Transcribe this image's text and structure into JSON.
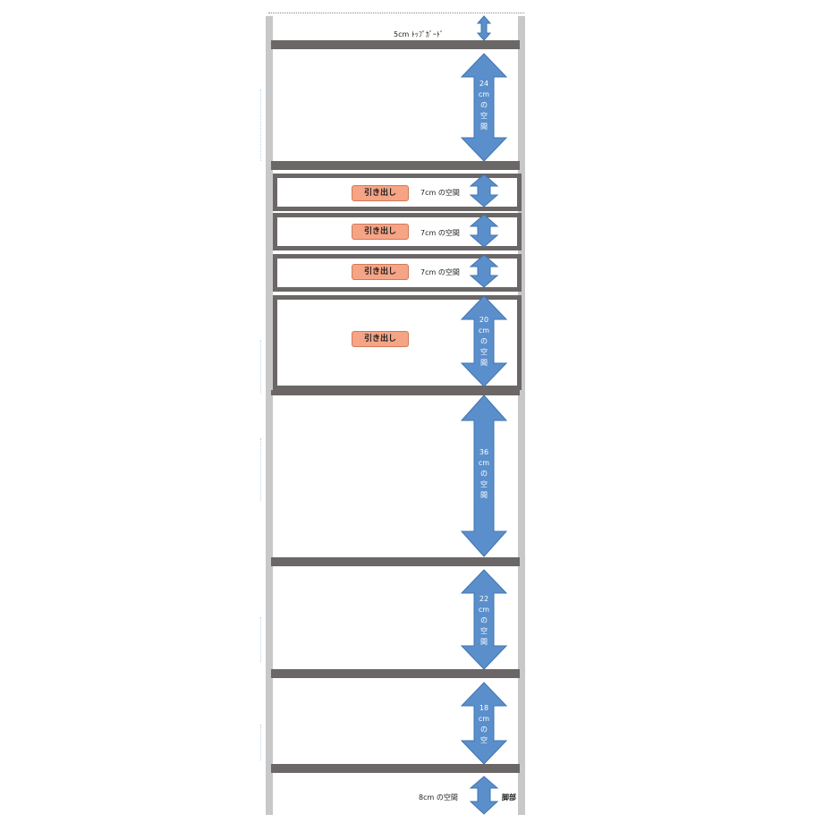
{
  "labels": {
    "top_guard": "5cm ﾄｯﾌﾟｶﾞｰﾄﾞ",
    "space_24": "24 cm の 空 間",
    "drawer_label": "引き出し",
    "space_7": "7cm の空間",
    "space_20": "20 cm の 空 間",
    "space_36": "36 cm の 空 間",
    "space_22": "22 cm の 空 間",
    "space_18": "18 cm の 空",
    "space_8": "8cm の空間",
    "base": "脚部"
  },
  "colors": {
    "shelf": "#6b6767",
    "post": "#c8c8c8",
    "arrow": "#5b8fcb",
    "pill": "#f5a486"
  }
}
